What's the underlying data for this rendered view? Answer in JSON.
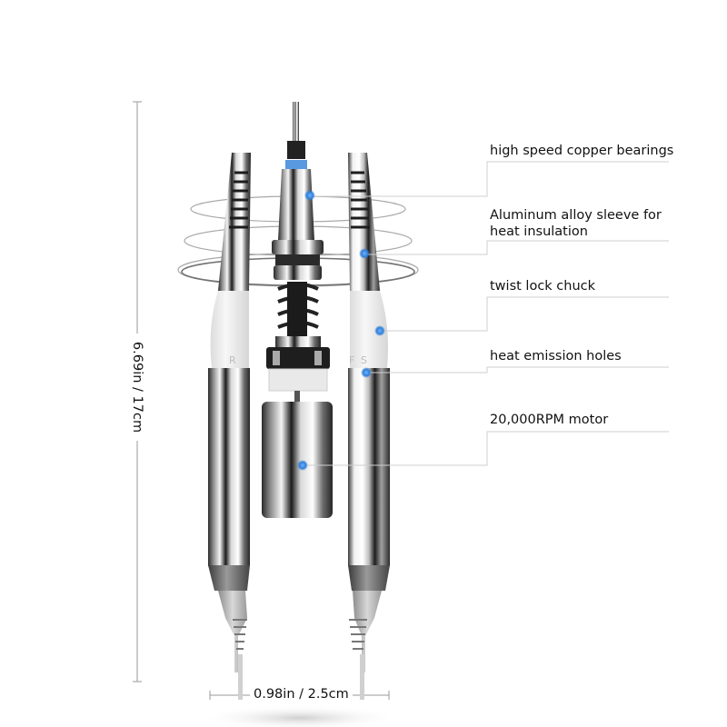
{
  "callouts": [
    {
      "id": "bearings",
      "text": "high speed copper bearings"
    },
    {
      "id": "sleeve",
      "line1": "Aluminum alloy sleeve for",
      "line2": "heat insulation"
    },
    {
      "id": "chuck",
      "text": "twist lock chuck"
    },
    {
      "id": "holes",
      "text": "heat emission holes"
    },
    {
      "id": "motor",
      "text": "20,000RPM motor"
    }
  ],
  "dimensions": {
    "height": "6.69in / 17cm",
    "width": "0.98in / 2.5cm"
  },
  "sleeve_markings": [
    "R",
    "F",
    "S"
  ],
  "colors": {
    "accent_dot": "#2f7fd8",
    "leader_line": "#c8c8c8",
    "chrome_dark": "#1a1a1a",
    "chrome_light": "#f2f2f2",
    "sleeve": "#eeeeee"
  }
}
